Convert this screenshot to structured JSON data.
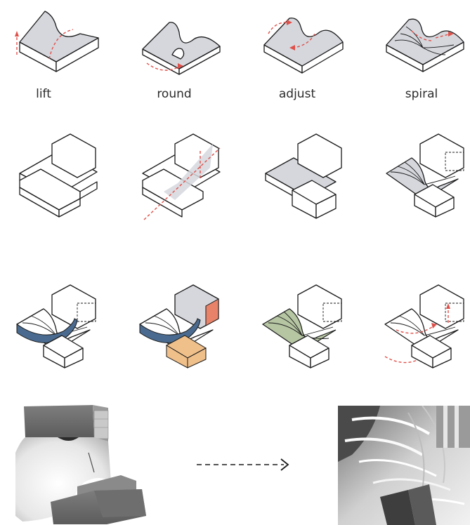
{
  "steps": [
    {
      "label": "lift"
    },
    {
      "label": "round"
    },
    {
      "label": "adjust"
    },
    {
      "label": "spiral"
    }
  ],
  "colors": {
    "gray": "#d5d7dd",
    "red": "#e0504a",
    "blue": "#4a6b8f",
    "orange": "#f0c08a",
    "coral": "#e8836a",
    "green": "#b6c6a3"
  },
  "icons": {
    "arrow": "dashed-right-arrow-icon"
  }
}
